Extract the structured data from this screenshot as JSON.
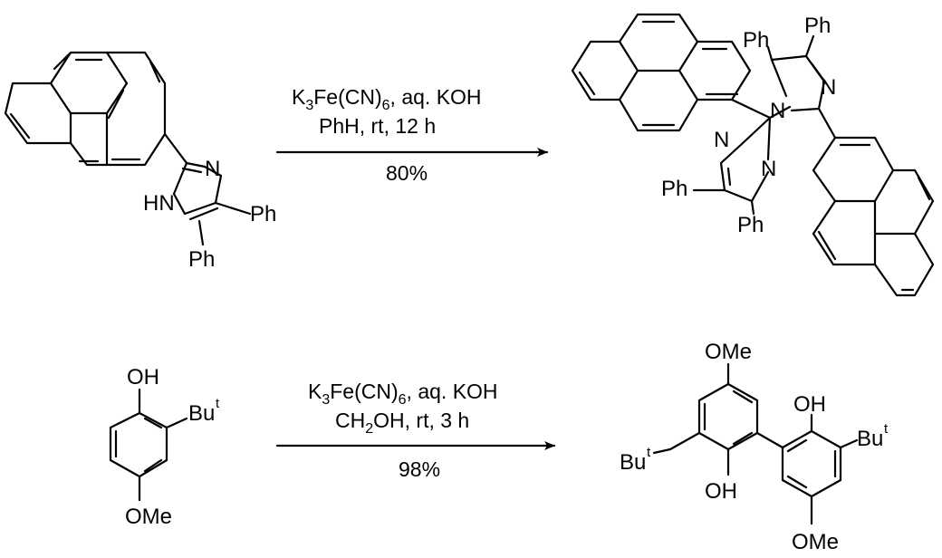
{
  "reactions": [
    {
      "conditions_line1_pre": "K",
      "conditions_line1_sub1": "3",
      "conditions_line1_mid": "Fe(CN)",
      "conditions_line1_sub2": "6",
      "conditions_line1_post": ", aq. KOH",
      "conditions_line2": "PhH, rt,   12 h",
      "yield": "80%",
      "reactant_labels": {
        "n_ring": "N",
        "nh": "HN",
        "ph_right": "Ph",
        "ph_bottom": "Ph"
      },
      "product_labels": {
        "ph1": "Ph",
        "ph2": "Ph",
        "ph3": "Ph",
        "ph4": "Ph",
        "n1": "N",
        "n2": "N",
        "n3": "N",
        "n4": "N"
      }
    },
    {
      "conditions_line1_pre": "K",
      "conditions_line1_sub1": "3",
      "conditions_line1_mid": "Fe(CN)",
      "conditions_line1_sub2": "6",
      "conditions_line1_post": ", aq. KOH",
      "conditions_line2_pre": "CH",
      "conditions_line2_sub": "2",
      "conditions_line2_post": "OH, rt,   3 h",
      "yield": "98%",
      "reactant_labels": {
        "oh": "OH",
        "bu": "Bu",
        "bu_sup": "t",
        "ome": "OMe"
      },
      "product_labels": {
        "ome_top": "OMe",
        "ome_bottom": "OMe",
        "oh_upper": "OH",
        "oh_lower": "OH",
        "bu_left": "Bu",
        "bu_left_sup": "t",
        "bu_right": "Bu",
        "bu_right_sup": "t"
      }
    }
  ]
}
